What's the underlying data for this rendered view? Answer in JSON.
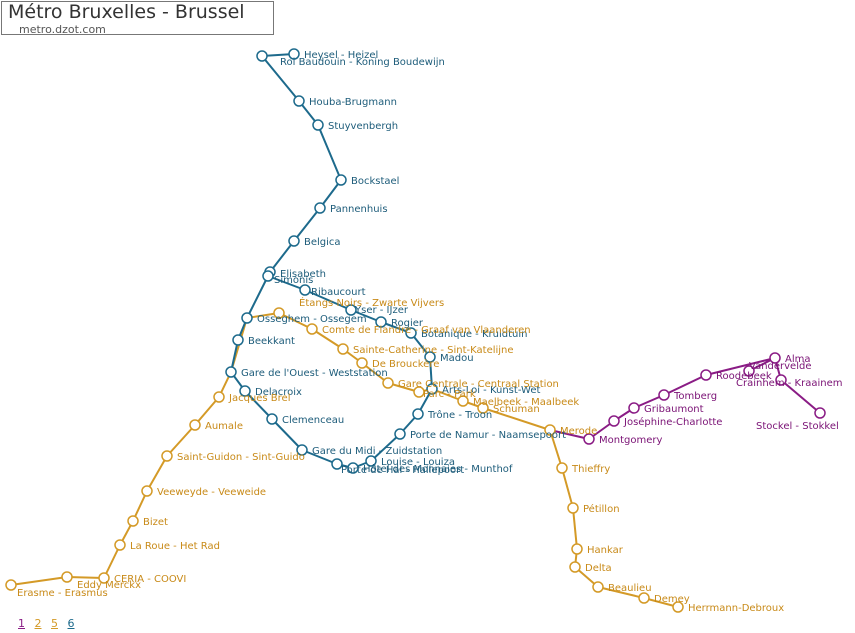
{
  "header": {
    "title": "Métro Bruxelles - Brussel",
    "subtitle": "metro.dzot.com"
  },
  "colors": {
    "line1": "#1d6a8c",
    "line2": "#d49a27",
    "line5": "#d49a27",
    "line6": "#1d6a8c",
    "line_purple": "#8a1c85",
    "station_fill": "#ffffff",
    "line1_text": "#1d5c7a",
    "line2_text": "#c88a18",
    "purple_text": "#7a1275"
  },
  "line_links": [
    {
      "label": "1",
      "color": "#8a1c85"
    },
    {
      "label": "2",
      "color": "#d49a27"
    },
    {
      "label": "5",
      "color": "#d49a27"
    },
    {
      "label": "6",
      "color": "#1d6a8c"
    }
  ],
  "stations": [
    {
      "id": "heysel",
      "label": "Heysel - Heizel",
      "line": "blue"
    },
    {
      "id": "roi-baudouin",
      "label": "Roi Baudouin - Koning Boudewijn",
      "line": "blue"
    },
    {
      "id": "houba",
      "label": "Houba-Brugmann",
      "line": "blue"
    },
    {
      "id": "stuyvenbergh",
      "label": "Stuyvenbergh",
      "line": "blue"
    },
    {
      "id": "bockstael",
      "label": "Bockstael",
      "line": "blue"
    },
    {
      "id": "pannenhuis",
      "label": "Pannenhuis",
      "line": "blue"
    },
    {
      "id": "belgica",
      "label": "Belgica",
      "line": "blue"
    },
    {
      "id": "elisabeth",
      "label": "Elisabeth",
      "line": "blue"
    },
    {
      "id": "simonis",
      "label": "Simonis",
      "line": "blue"
    },
    {
      "id": "ribaucourt",
      "label": "Ribaucourt",
      "line": "blue"
    },
    {
      "id": "yser",
      "label": "Yser - IJzer",
      "line": "blue"
    },
    {
      "id": "rogier",
      "label": "Rogier",
      "line": "blue"
    },
    {
      "id": "botanique",
      "label": "Botanique - Kruidtuin",
      "line": "blue"
    },
    {
      "id": "madou",
      "label": "Madou",
      "line": "blue"
    },
    {
      "id": "arts-loi",
      "label": "Arts-Loi - Kunst-Wet",
      "line": "blue"
    },
    {
      "id": "parc",
      "label": "Parc - Park",
      "line": "gold"
    },
    {
      "id": "trone",
      "label": "Trône - Troon",
      "line": "blue"
    },
    {
      "id": "porte-namur",
      "label": "Porte de Namur - Naamsepoort",
      "line": "blue"
    },
    {
      "id": "louise",
      "label": "Louise - Louiza",
      "line": "blue"
    },
    {
      "id": "hotel-monnaies",
      "label": "Hôtel des Monnaies - Munthof",
      "line": "blue"
    },
    {
      "id": "porte-hal",
      "label": "Porte de Hal - Hallepoort",
      "line": "blue"
    },
    {
      "id": "gare-midi",
      "label": "Gare du Midi - Zuidstation",
      "line": "blue"
    },
    {
      "id": "clemenceau",
      "label": "Clemenceau",
      "line": "blue"
    },
    {
      "id": "delacroix",
      "label": "Delacroix",
      "line": "blue"
    },
    {
      "id": "gare-ouest",
      "label": "Gare de l'Ouest - Weststation",
      "line": "blue"
    },
    {
      "id": "beekkant",
      "label": "Beekkant",
      "line": "blue"
    },
    {
      "id": "osseghem",
      "label": "Osseghem - Ossegem",
      "line": "blue"
    },
    {
      "id": "etangs-noirs",
      "label": "Étangs Noirs - Zwarte Vijvers",
      "line": "gold"
    },
    {
      "id": "comte-flandre",
      "label": "Comte de Flandre - Graaf van Vlaanderen",
      "line": "gold"
    },
    {
      "id": "sainte-catherine",
      "label": "Sainte-Catherine - Sint-Katelijne",
      "line": "gold"
    },
    {
      "id": "de-brouckere",
      "label": "De Brouckère",
      "line": "gold"
    },
    {
      "id": "gare-centrale",
      "label": "Gare Centrale - Centraal Station",
      "line": "gold"
    },
    {
      "id": "maelbeek",
      "label": "Maelbeek - Maalbeek",
      "line": "gold"
    },
    {
      "id": "schuman",
      "label": "Schuman",
      "line": "gold"
    },
    {
      "id": "merode",
      "label": "Merode",
      "line": "gold"
    },
    {
      "id": "thieffry",
      "label": "Thieffry",
      "line": "gold"
    },
    {
      "id": "petillon",
      "label": "Pétillon",
      "line": "gold"
    },
    {
      "id": "hankar",
      "label": "Hankar",
      "line": "gold"
    },
    {
      "id": "delta",
      "label": "Delta",
      "line": "gold"
    },
    {
      "id": "beaulieu",
      "label": "Beaulieu",
      "line": "gold"
    },
    {
      "id": "demey",
      "label": "Demey",
      "line": "gold"
    },
    {
      "id": "herrmann-debroux",
      "label": "Herrmann-Debroux",
      "line": "gold"
    },
    {
      "id": "jacques-brel",
      "label": "Jacques Brel",
      "line": "gold"
    },
    {
      "id": "aumale",
      "label": "Aumale",
      "line": "gold"
    },
    {
      "id": "saint-guidon",
      "label": "Saint-Guidon - Sint-Guido",
      "line": "gold"
    },
    {
      "id": "veeweyde",
      "label": "Veeweyde - Veeweide",
      "line": "gold"
    },
    {
      "id": "bizet",
      "label": "Bizet",
      "line": "gold"
    },
    {
      "id": "la-roue",
      "label": "La Roue - Het Rad",
      "line": "gold"
    },
    {
      "id": "ceria",
      "label": "CERIA - COOVI",
      "line": "gold"
    },
    {
      "id": "eddy-merckx",
      "label": "Eddy Merckx",
      "line": "gold"
    },
    {
      "id": "erasme",
      "label": "Erasme - Erasmus",
      "line": "gold"
    },
    {
      "id": "montgomery",
      "label": "Montgomery",
      "line": "purple"
    },
    {
      "id": "josephine-charlotte",
      "label": "Joséphine-Charlotte",
      "line": "purple"
    },
    {
      "id": "gribaumont",
      "label": "Gribaumont",
      "line": "purple"
    },
    {
      "id": "tomberg",
      "label": "Tomberg",
      "line": "purple"
    },
    {
      "id": "roodebeek",
      "label": "Roodebeek",
      "line": "purple"
    },
    {
      "id": "vandervelde",
      "label": "Vandervelde",
      "line": "purple"
    },
    {
      "id": "alma",
      "label": "Alma",
      "line": "purple"
    },
    {
      "id": "crainhem",
      "label": "Crainhem - Kraainem",
      "line": "purple"
    },
    {
      "id": "stockel",
      "label": "Stockel - Stokkel",
      "line": "purple"
    }
  ]
}
